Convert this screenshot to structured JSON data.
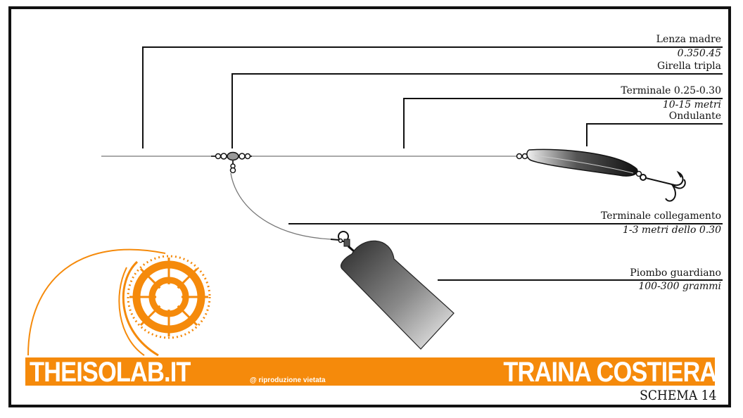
{
  "labels": {
    "lenza_madre": {
      "name": "Lenza madre",
      "spec": "0.350.45"
    },
    "girella": {
      "name": "Girella tripla"
    },
    "terminale": {
      "name": "Terminale 0.25-0.30",
      "spec": "10-15 metri"
    },
    "ondulante": {
      "name": "Ondulante"
    },
    "collegamento": {
      "name": "Terminale collegamento",
      "spec": "1-3 metri dello 0.30"
    },
    "piombo": {
      "name": "Piombo guardiano",
      "spec": "100-300 grammi"
    }
  },
  "footer": {
    "brand": "THEISOLAB.IT",
    "copyright": "@ riproduzione vietata",
    "title": "TRAINA COSTIERA",
    "schema": "SCHEMA 14"
  },
  "colors": {
    "accent": "#f58a0b",
    "line": "#111111",
    "fishing_line": "#777777"
  },
  "icons": [
    "lifebuoy-icon",
    "triple-swivel-icon",
    "spoon-lure-icon",
    "treble-hook-icon",
    "sinker-icon"
  ]
}
